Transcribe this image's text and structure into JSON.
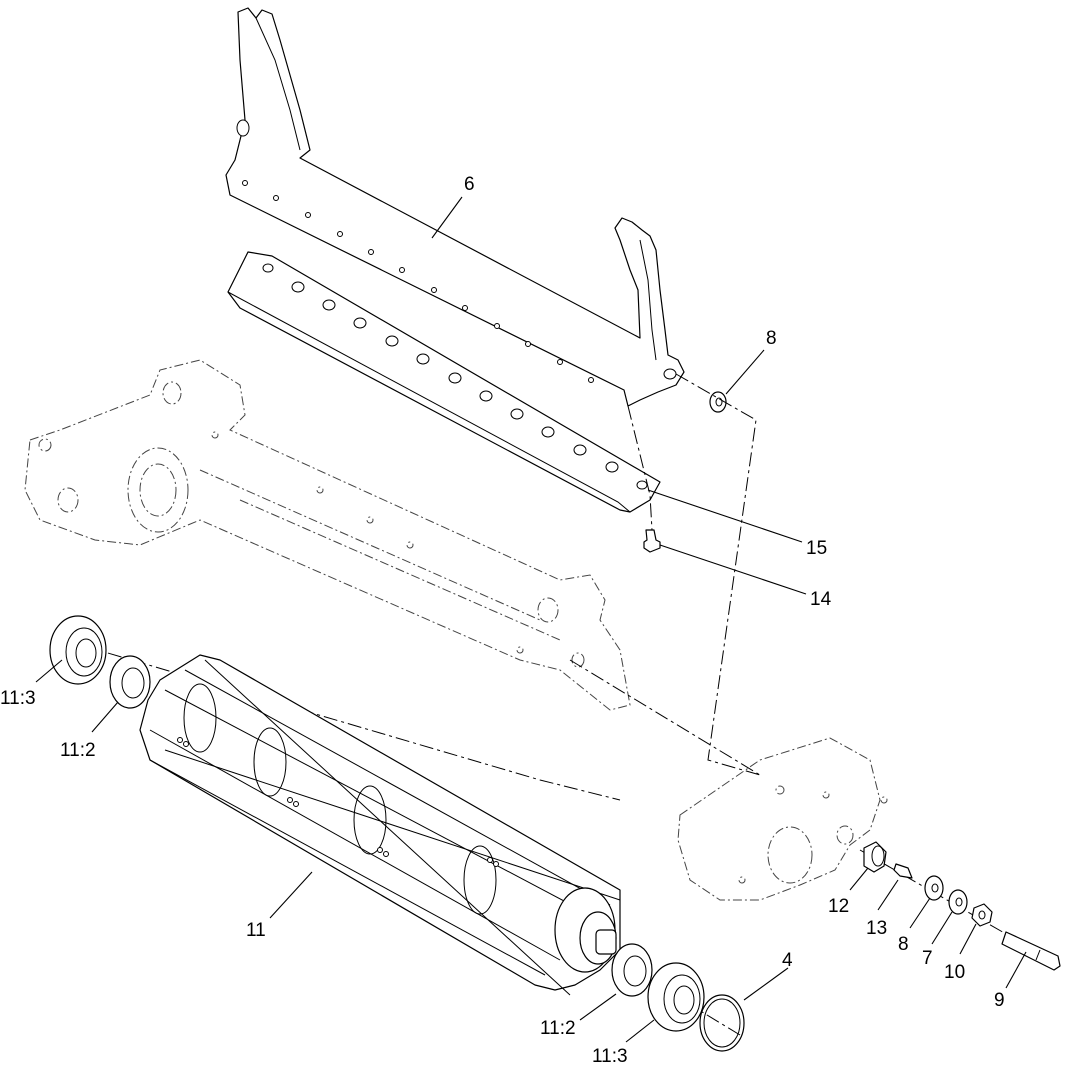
{
  "callouts": {
    "c6": "6",
    "c8_top": "8",
    "c15": "15",
    "c14": "14",
    "c11_3_left": "11:3",
    "c11_2_left": "11:2",
    "c11": "11",
    "c12": "12",
    "c13": "13",
    "c8_bottom": "8",
    "c7": "7",
    "c10": "10",
    "c9": "9",
    "c4": "4",
    "c11_2_right": "11:2",
    "c11_3_right": "11:3"
  }
}
